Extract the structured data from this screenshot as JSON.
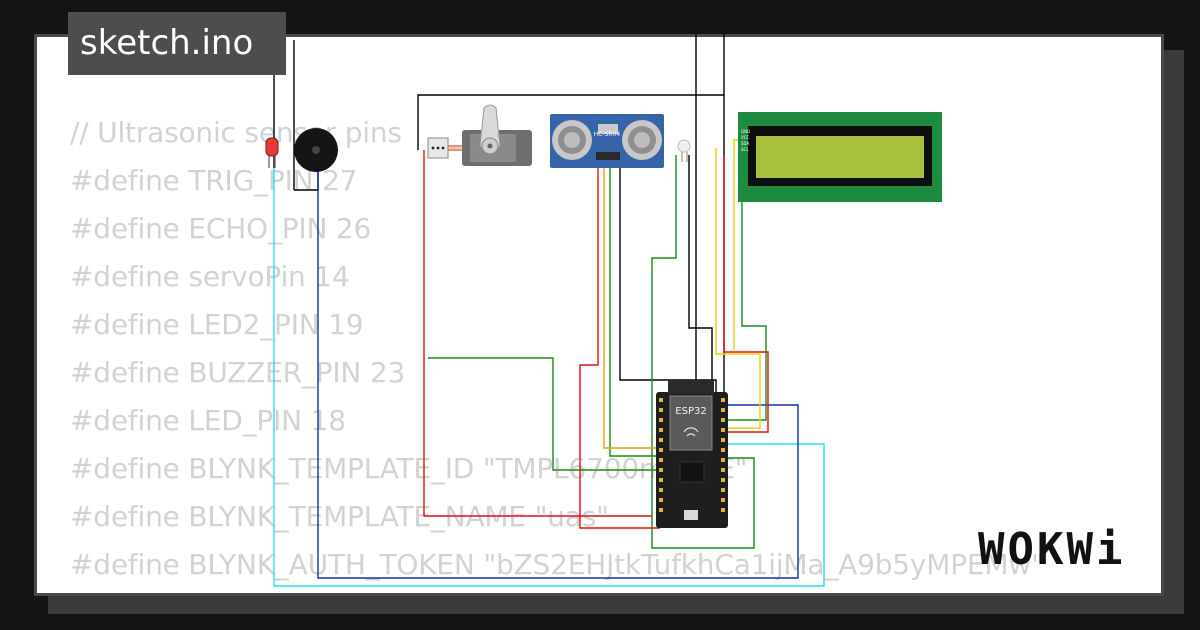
{
  "tab": {
    "filename": "sketch.ino"
  },
  "code_lines": [
    "// Ultrasonic sensor pins",
    "#define TRIG_PIN 27",
    "#define ECHO_PIN 26",
    "#define servoPin 14",
    "#define LED2_PIN 19",
    "#define BUZZER_PIN 23",
    "#define LED_PIN 18",
    "#define BLYNK_TEMPLATE_ID \"TMPL6700mcYBE\"",
    "#define BLYNK_TEMPLATE_NAME \"uas\"",
    "#define BLYNK_AUTH_TOKEN \"bZS2EHJtkTufkhCa1ijMa_A9b5yMPEMw\""
  ],
  "components": {
    "sensor_label": "HC-SR04",
    "mcu_label": "ESP32",
    "lcd_pins": [
      "GND",
      "VCC",
      "SDA",
      "SCL"
    ]
  },
  "logo": {
    "text": "WOKWi"
  },
  "colors": {
    "background": "#141414",
    "card": "#ffffff",
    "tab": "#4d4d4d",
    "code_text": "#d2d2d2",
    "lcd_board": "#1d8b3f",
    "lcd_screen": "#a7c13c",
    "sensor_board": "#3565a8",
    "mcu_board": "#1e1e1e"
  }
}
